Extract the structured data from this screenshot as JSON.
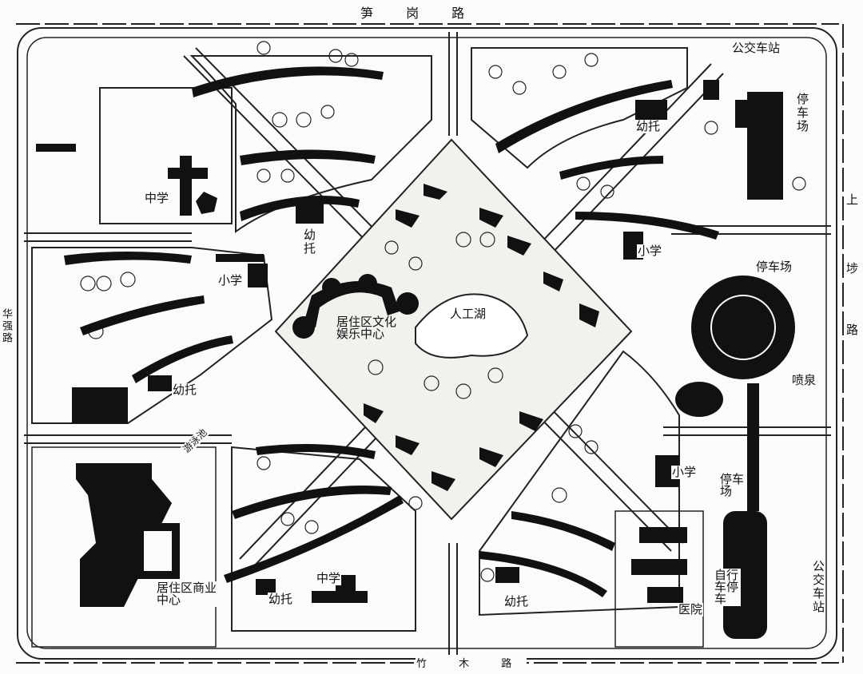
{
  "roads": {
    "north": "笋 岗 路",
    "south": "竹 木 路",
    "west": "华强路",
    "east_top": "上",
    "east_mid": "埗",
    "east_bottom": "路"
  },
  "labels": {
    "bus_stop_top": "公交车站",
    "parking_ne": "停车场",
    "kindergarten_ne": "幼托",
    "middle_school_nw": "中学",
    "kindergarten_n": "幼托",
    "primary_school_w": "小学",
    "primary_school_e": "小学",
    "parking_e": "停车场",
    "culture_center": "居住区文化娱乐中心",
    "lake": "人工湖",
    "kindergarten_w": "幼托",
    "fountain": "喷泉",
    "pool": "游泳池",
    "primary_school_se": "小学",
    "parking_se": "停车场",
    "commerce_center": "居住区商业中心",
    "kindergarten_s": "幼托",
    "middle_school_s": "中学",
    "kindergarten_se": "幼托",
    "hospital": "医院",
    "bike_parking": "自行车停车",
    "bus_stop_bottom": "公交车站"
  },
  "colors": {
    "ink": "#111111",
    "paper": "#fbfbfa",
    "green": "#f1f1ee"
  }
}
